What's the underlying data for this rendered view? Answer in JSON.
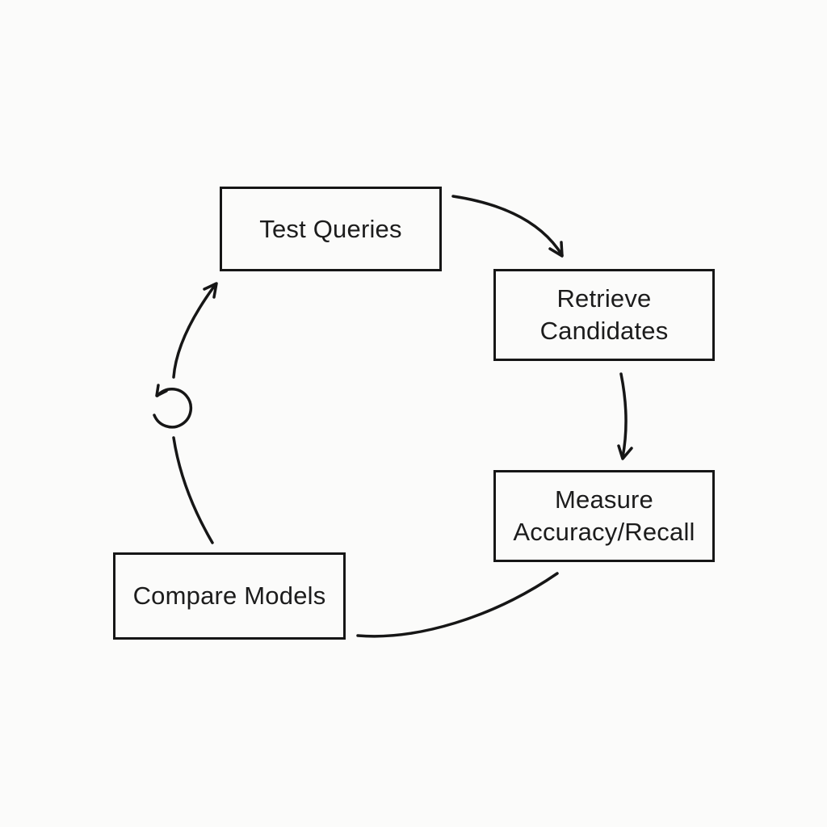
{
  "diagram": {
    "background_color": "#fbfbfa",
    "line_color": "#161616",
    "text_color": "#1c1c1c",
    "nodes": [
      {
        "id": "test-queries",
        "label": "Test Queries",
        "lines": [
          "Test Queries"
        ]
      },
      {
        "id": "retrieve-candidates",
        "label": "Retrieve Candidates",
        "lines": [
          "Retrieve",
          "Candidates"
        ]
      },
      {
        "id": "measure-accuracy-recall",
        "label": "Measure Accuracy/Recall",
        "lines": [
          "Measure",
          "Accuracy/Recall"
        ]
      },
      {
        "id": "compare-models",
        "label": "Compare Models",
        "lines": [
          "Compare Models"
        ]
      }
    ],
    "edges": [
      {
        "from": "test-queries",
        "to": "retrieve-candidates",
        "arrowhead": true
      },
      {
        "from": "retrieve-candidates",
        "to": "measure-accuracy-recall",
        "arrowhead": true
      },
      {
        "from": "measure-accuracy-recall",
        "to": "compare-models",
        "arrowhead": false
      },
      {
        "from": "compare-models",
        "to": "test-queries",
        "arrowhead": true
      }
    ],
    "icons": [
      {
        "name": "cycle-arrow-icon"
      }
    ]
  }
}
